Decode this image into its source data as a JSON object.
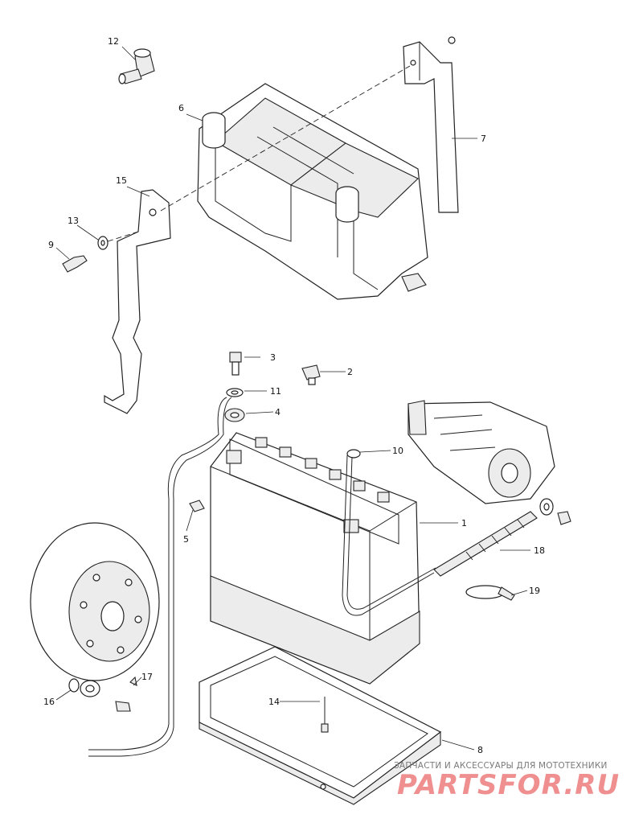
{
  "diagram": {
    "callouts": [
      {
        "id": "c1",
        "label": "1"
      },
      {
        "id": "c2",
        "label": "2"
      },
      {
        "id": "c3",
        "label": "3"
      },
      {
        "id": "c4",
        "label": "4"
      },
      {
        "id": "c5",
        "label": "5"
      },
      {
        "id": "c6",
        "label": "6"
      },
      {
        "id": "c7",
        "label": "7"
      },
      {
        "id": "c8",
        "label": "8"
      },
      {
        "id": "c9",
        "label": "9"
      },
      {
        "id": "c10",
        "label": "10"
      },
      {
        "id": "c11",
        "label": "11"
      },
      {
        "id": "c12",
        "label": "12"
      },
      {
        "id": "c13",
        "label": "13"
      },
      {
        "id": "c14",
        "label": "14"
      },
      {
        "id": "c15",
        "label": "15"
      },
      {
        "id": "c16",
        "label": "16"
      },
      {
        "id": "c17",
        "label": "17"
      },
      {
        "id": "c18",
        "label": "18"
      },
      {
        "id": "c19",
        "label": "19"
      }
    ]
  },
  "watermark": {
    "tagline": "ЗАПЧАСТИ И АКСЕССУАРЫ ДЛЯ МОТОТЕХНИКИ",
    "brand": "PARTSFOR.RU",
    "color": "#ef8f8f"
  }
}
